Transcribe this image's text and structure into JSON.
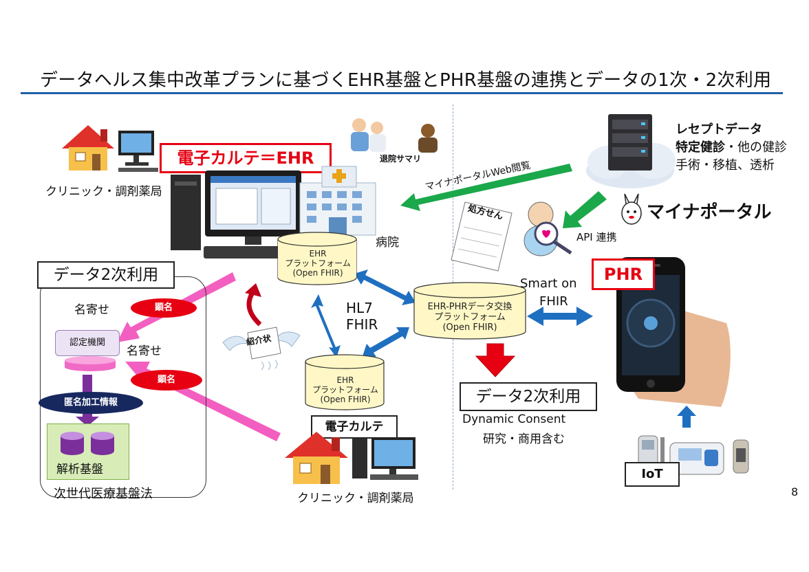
{
  "header": {
    "title": "データヘルス集中改革プランに基づくEHR基盤とPHR基盤の連携とデータの1次・2次利用"
  },
  "left": {
    "clinic_top_label": "クリニック・調剤薬局",
    "ehr_label": "電子カルテ＝EHR",
    "secondary_use_label": "データ2次利用",
    "name_match_1": "名寄せ",
    "name_match_2": "名寄せ",
    "named_1": "顕名",
    "named_2": "顕名",
    "certified_org": "認定機関",
    "anonymized_info": "匿名加工情報",
    "analysis_platform": "解析基盤",
    "next_gen_law": "次世代医療基盤法"
  },
  "center": {
    "hospital_label": "病院",
    "discharge_summary": "退院サマリ",
    "ehr_platform_1": {
      "line1": "EHR",
      "line2": "プラットフォーム",
      "line3": "(Open FHIR)"
    },
    "ehr_platform_2": {
      "line1": "EHR",
      "line2": "プラットフォーム",
      "line3": "(Open FHIR)"
    },
    "hl7": "HL7",
    "fhir": "FHIR",
    "referral_letter": "紹介状",
    "electronic_chart": "電子カルテ",
    "clinic_bottom_label": "クリニック・調剤薬局",
    "exchange_platform": {
      "line1": "EHR-PHRデータ交換",
      "line2": "プラットフォーム",
      "line3": "(Open FHIR)"
    },
    "secondary_use_label": "データ2次利用",
    "dynamic_consent": "Dynamic Consent",
    "research_commercial": "研究・商用含む"
  },
  "right": {
    "receipt_data": "レセプトデータ",
    "health_checkup": "特定健診",
    "health_checkup_other": "・他の健診",
    "surgery_line": "手術・移植、透析",
    "myna_portal_web": "マイナポータルWeb閲覧",
    "myna_portal": "マイナポータル",
    "prescription": "処方せん",
    "api_link": "API 連携",
    "phr_label": "PHR",
    "smart_on": "Smart on",
    "fhir": "FHIR",
    "iot": "IoT",
    "page_number": "8"
  },
  "colors": {
    "accent_blue": "#1f5fa8",
    "arrow_blue": "#1f6fc0",
    "arrow_green": "#1aa84a",
    "arrow_pink": "#f25fc0",
    "brand_red": "#e60012",
    "navy": "#17285e",
    "purple": "#7a2f9a",
    "cylinder_fill": "#fff8c6"
  }
}
